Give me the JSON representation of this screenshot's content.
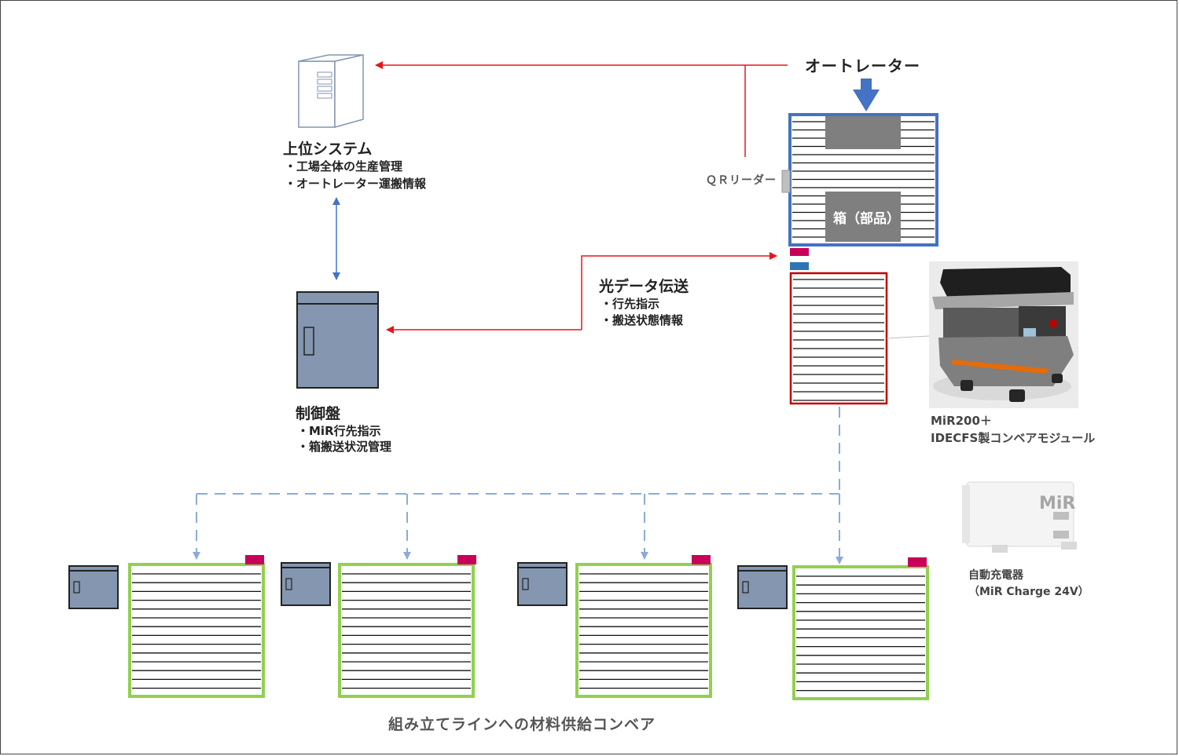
{
  "autolator": {
    "label": "オートレーター",
    "qr_reader": "ＱＲリーダー",
    "box_label": "箱（部品）"
  },
  "host_system": {
    "title": "上位システム",
    "items": [
      "・工場全体の生産管理",
      "・オートレーター運搬情報"
    ]
  },
  "optical": {
    "title": "光データ伝送",
    "items": [
      "・行先指示",
      "・搬送状態情報"
    ]
  },
  "control_panel": {
    "title": "制御盤",
    "items": [
      "・MiR行先指示",
      "・箱搬送状況管理"
    ]
  },
  "robot": {
    "caption_line1": "MiR200＋",
    "caption_line2": "IDECFS製コンベアモジュール"
  },
  "charger": {
    "caption_line1": "自動充電器",
    "caption_line2": "（MiR Charge 24V）",
    "logo": "MiR"
  },
  "line_caption": "組み立てラインへの材料供給コンベア",
  "colors": {
    "data_arrow": "#e8141b",
    "sync_arrow": "#4472c4",
    "dashed_route": "#8eaadb",
    "autolator_frame": "#4472c4",
    "robot_conveyor": "#c00000",
    "line_conveyor": "#92d050",
    "panel_fill": "#8496b0",
    "marker_magenta": "#c8005a",
    "marker_blue": "#2e75b6"
  }
}
